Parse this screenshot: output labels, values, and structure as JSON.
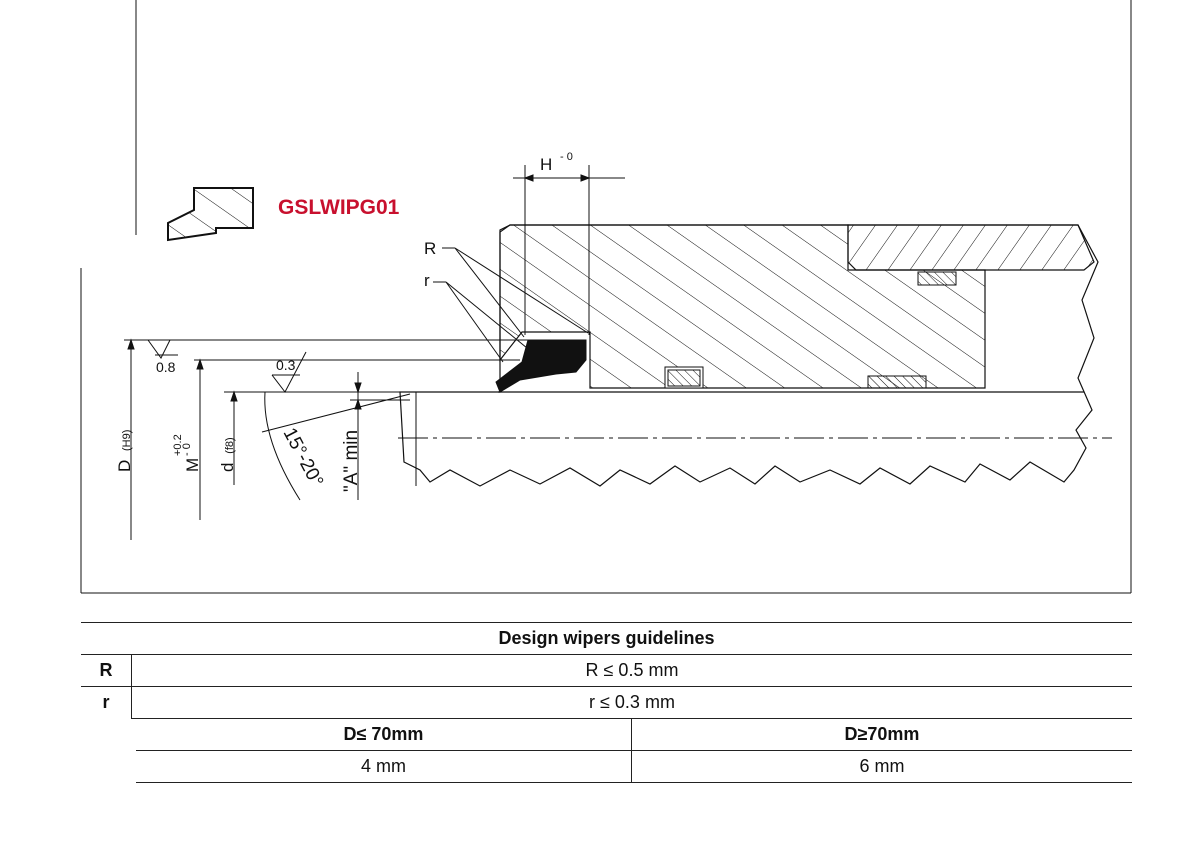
{
  "drawing": {
    "profile_code": "GSLWIPG01",
    "labels": {
      "H": "H",
      "H_tol": "- 0",
      "R": "R",
      "r": "r",
      "roughness_1": "0.8",
      "roughness_2": "0.3",
      "D": "D",
      "D_tol": "(H9)",
      "M": "M",
      "M_tol_upper": "+0.2",
      "M_tol_lower": "- 0",
      "d": "d",
      "d_tol": "(f8)",
      "angle": "15°-20°",
      "A_min": "\"A\" min"
    }
  },
  "table": {
    "title": "Design wipers guidelines",
    "rows": [
      {
        "key": "R",
        "value": "R ≤ 0.5 mm"
      },
      {
        "key": "r",
        "value": "r  ≤ 0.3 mm"
      }
    ],
    "sub_headers": [
      "D≤ 70mm",
      "D≥70mm"
    ],
    "sub_values": [
      "4 mm",
      "6 mm"
    ]
  },
  "colors": {
    "accent": "#c8102e",
    "line": "#111111"
  }
}
